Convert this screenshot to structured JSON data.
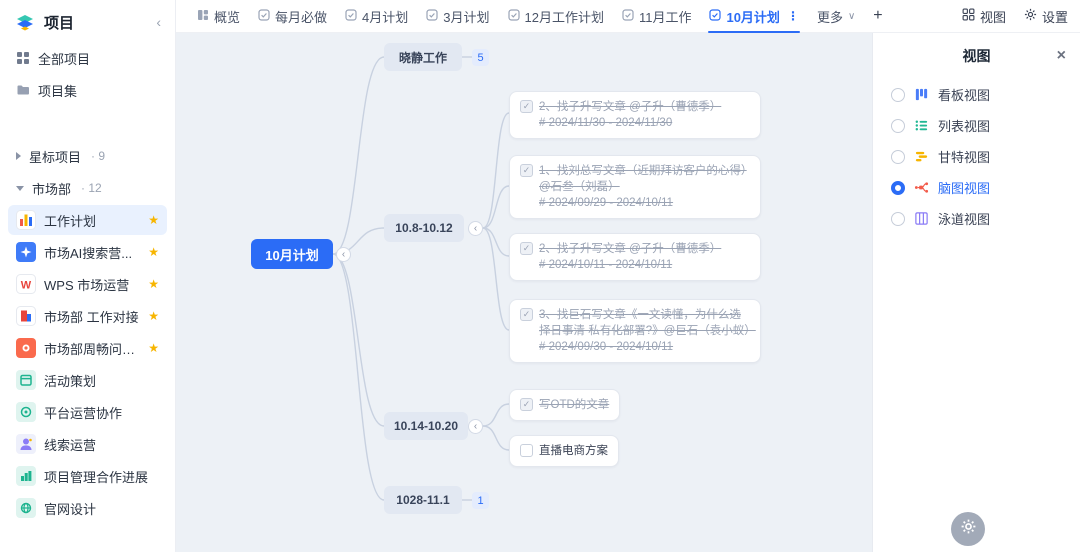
{
  "app": {
    "title": "项目"
  },
  "glyphs": {
    "collapse": "‹",
    "close": "×",
    "kebab": "⋮",
    "chevron_down": "∨",
    "plus": "+",
    "star": "★",
    "check": "✓"
  },
  "topbar": {
    "tabs": [
      {
        "label": "概览"
      },
      {
        "label": "每月必做"
      },
      {
        "label": "4月计划"
      },
      {
        "label": "3月计划"
      },
      {
        "label": "12月工作计划"
      },
      {
        "label": "11月工作"
      },
      {
        "label": "10月计划",
        "active": true
      }
    ],
    "more_label": "更多",
    "view_label": "视图",
    "settings_label": "设置"
  },
  "sidebar": {
    "all_projects": "全部项目",
    "project_sets": "项目集",
    "groups": [
      {
        "label": "星标项目",
        "count": "· 9",
        "expanded": false
      },
      {
        "label": "市场部",
        "count": "· 12",
        "expanded": true
      }
    ],
    "projects": [
      {
        "label": "工作计划",
        "starred": true,
        "active": true
      },
      {
        "label": "市场AI搜索营...",
        "starred": true
      },
      {
        "label": "WPS 市场运营",
        "starred": true
      },
      {
        "label": "市场部 工作对接",
        "starred": true
      },
      {
        "label": "市场部周畅问题...",
        "starred": true
      },
      {
        "label": "活动策划",
        "starred": false
      },
      {
        "label": "平台运营协作",
        "starred": false
      },
      {
        "label": "线索运营",
        "starred": false
      },
      {
        "label": "项目管理合作进展",
        "starred": false
      },
      {
        "label": "官网设计",
        "starred": false
      }
    ]
  },
  "mindmap": {
    "root": "10月计划",
    "branches": [
      {
        "label": "晓静工作",
        "badge": "5"
      },
      {
        "label": "10.8-10.12"
      },
      {
        "label": "10.14-10.20"
      },
      {
        "label": "1028-11.1",
        "badge": "1"
      }
    ],
    "cards": [
      {
        "title": "2、找子升写文章 @子升（曹德季）",
        "date": "# 2024/11/30 - 2024/11/30",
        "done": true
      },
      {
        "title": "1、找刘总写文章（近期拜访客户的心得）@石叁（刘磊）",
        "date": "# 2024/09/29 - 2024/10/11",
        "done": true
      },
      {
        "title": "2、找子升写文章 @子升（曹德季）",
        "date": "# 2024/10/11 - 2024/10/11",
        "done": true
      },
      {
        "title": "3、找巨石写文章《一文读懂，为什么选择日事清 私有化部署?》@巨石（袁小蚁）",
        "date": "# 2024/09/30 - 2024/10/11",
        "done": true
      },
      {
        "title": "写OTD的文章",
        "done": true
      },
      {
        "title": "直播电商方案",
        "done": false
      }
    ]
  },
  "view_panel": {
    "title": "视图",
    "options": [
      {
        "label": "看板视图",
        "selected": false
      },
      {
        "label": "列表视图",
        "selected": false
      },
      {
        "label": "甘特视图",
        "selected": false
      },
      {
        "label": "脑图视图",
        "selected": true
      },
      {
        "label": "泳道视图",
        "selected": false
      }
    ]
  },
  "colors": {
    "accent": "#2b6cf6",
    "canvas": "#edf1f6",
    "star": "#f7b500",
    "node_bg": "#e2e8f2"
  }
}
